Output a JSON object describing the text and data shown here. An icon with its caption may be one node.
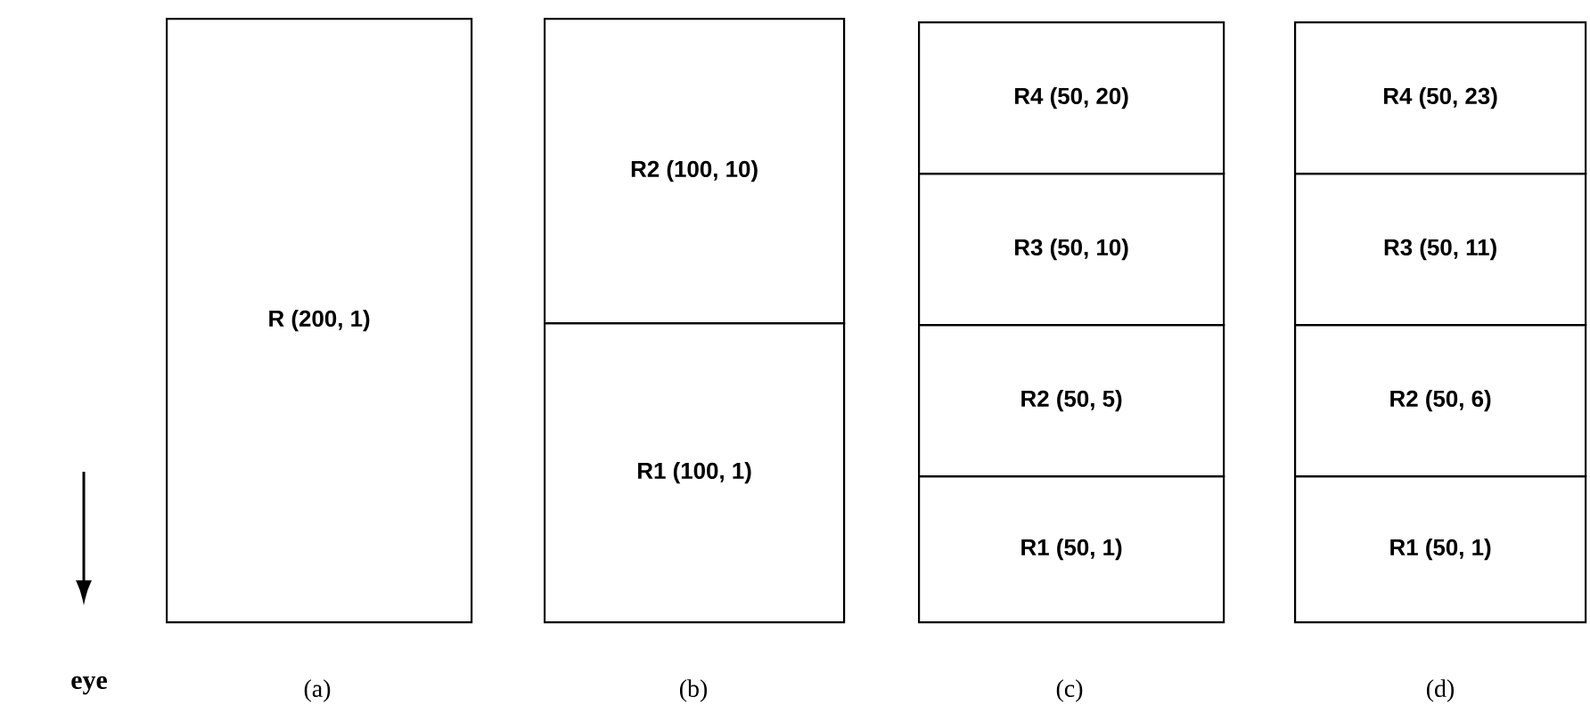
{
  "diagram": {
    "nodes": [
      {
        "text": [
          "R (200, 1)"
        ]
      },
      {
        "text": [
          "R2 (100, 10)"
        ]
      },
      {
        "text": [
          "R1 (100, 1)"
        ]
      },
      {
        "text": [
          "R4 (50, 20)"
        ]
      },
      {
        "text": [
          "R3 (50, 10)"
        ]
      },
      {
        "text": [
          "R2 (50, 5)"
        ]
      },
      {
        "text": [
          "R1 (50, 1)"
        ]
      },
      {
        "text": [
          "R4 (50, 23)"
        ]
      },
      {
        "text": [
          "R3 (50, 11)"
        ]
      },
      {
        "text": [
          "R2 (50, 6)"
        ]
      },
      {
        "text": [
          "R1 (50, 1)"
        ]
      }
    ],
    "labels": [
      "eye",
      "(a)",
      "(b)",
      "(c)",
      "(d)"
    ]
  }
}
